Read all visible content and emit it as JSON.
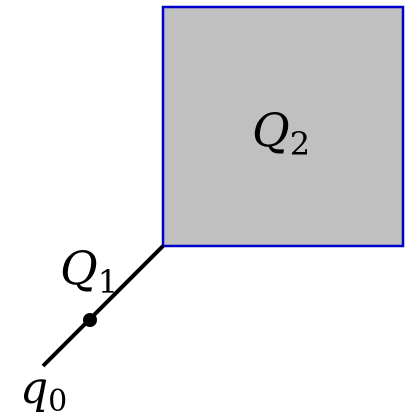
{
  "diagram": {
    "labels": {
      "region": {
        "main": "Q",
        "sub": "2"
      },
      "segment": {
        "main": "Q",
        "sub": "1"
      },
      "point": {
        "main": "q",
        "sub": "0"
      }
    },
    "colors": {
      "square_fill": "#c0c0c0",
      "square_stroke": "#0000cc",
      "line": "#000000",
      "background": "#ffffff"
    }
  }
}
